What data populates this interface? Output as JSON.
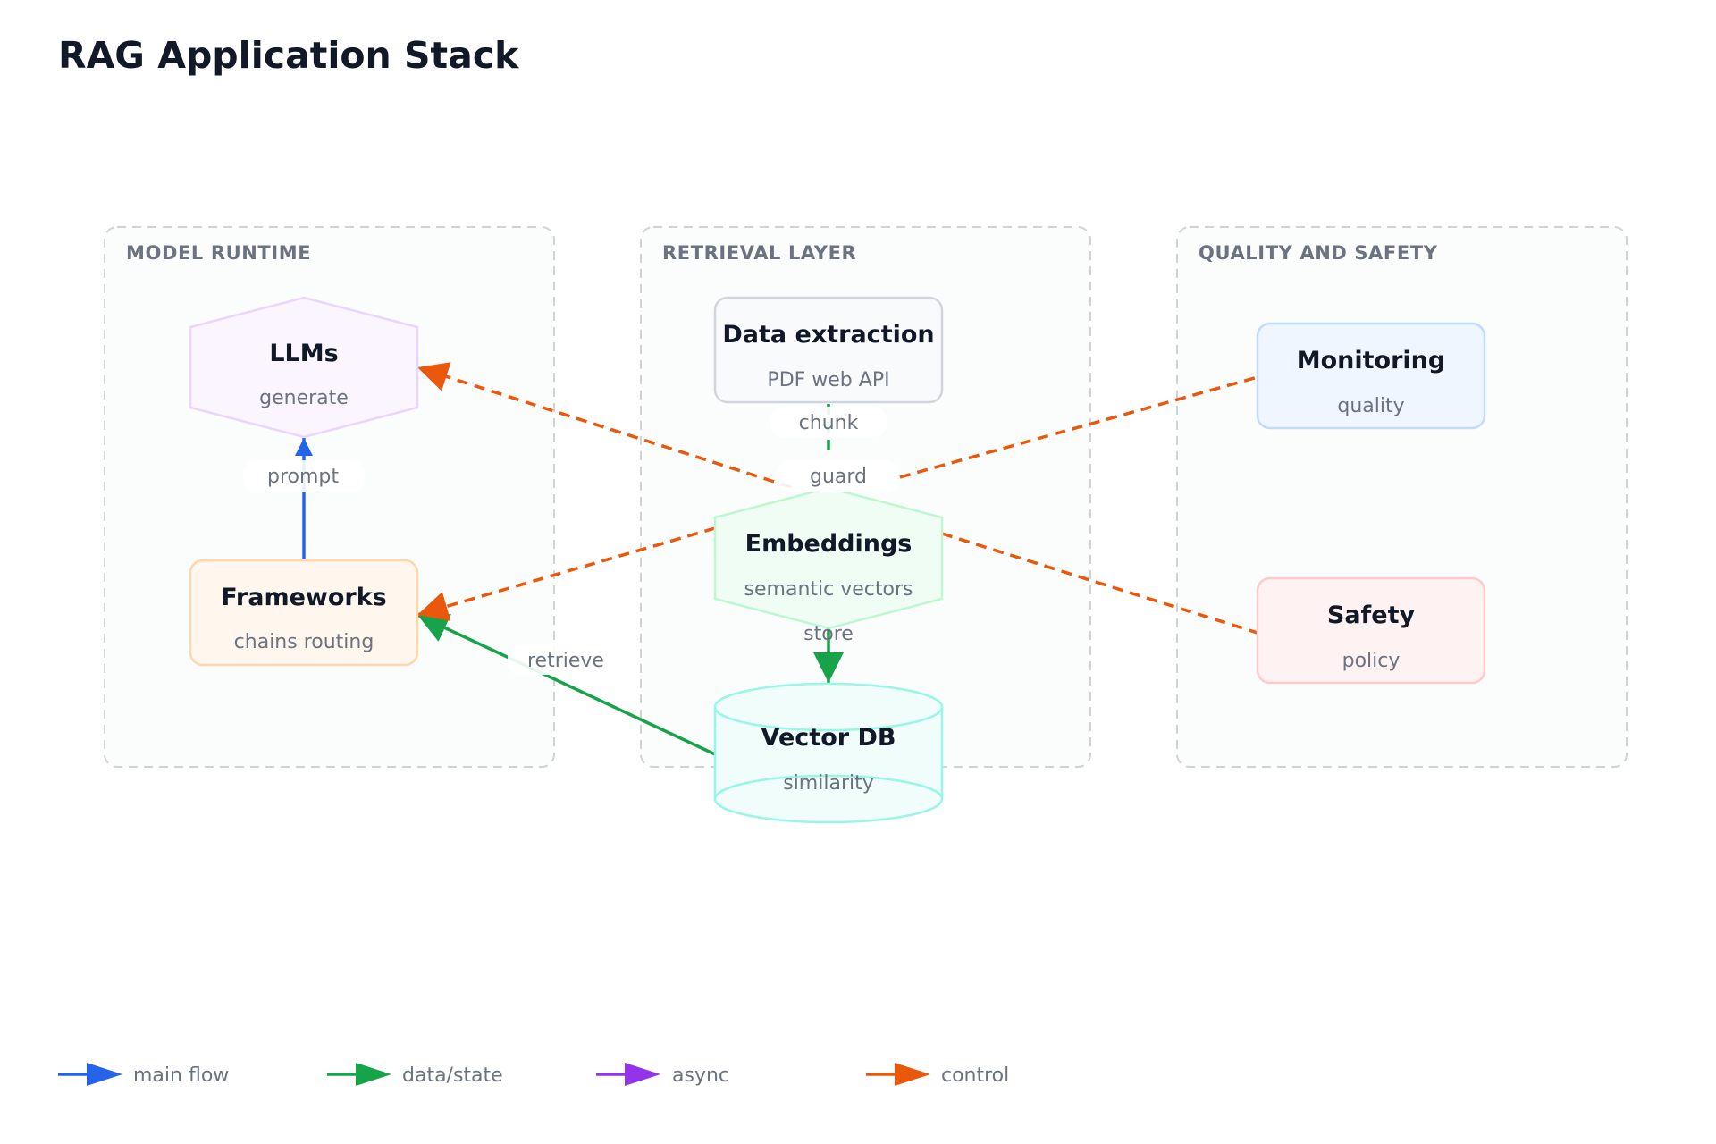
{
  "title": "RAG Application Stack",
  "colors": {
    "main": "#2563eb",
    "data": "#16a34a",
    "async": "#9333ea",
    "control": "#ea580c"
  },
  "groups": {
    "model_runtime": "MODEL RUNTIME",
    "retrieval_layer": "RETRIEVAL LAYER",
    "quality_safety": "QUALITY AND SAFETY"
  },
  "nodes": {
    "llms": {
      "title": "LLMs",
      "sub": "generate"
    },
    "frameworks": {
      "title": "Frameworks",
      "sub": "chains routing"
    },
    "extraction": {
      "title": "Data extraction",
      "sub": "PDF web API"
    },
    "embeddings": {
      "title": "Embeddings",
      "sub": "semantic vectors"
    },
    "vectordb": {
      "title": "Vector DB",
      "sub": "similarity"
    },
    "monitoring": {
      "title": "Monitoring",
      "sub": "quality"
    },
    "safety": {
      "title": "Safety",
      "sub": "policy"
    }
  },
  "edges": {
    "prompt": "prompt",
    "chunk": "chunk",
    "guard": "guard",
    "store": "store",
    "retrieve": "retrieve"
  },
  "legend": {
    "main": "main flow",
    "data": "data/state",
    "async": "async",
    "control": "control"
  }
}
